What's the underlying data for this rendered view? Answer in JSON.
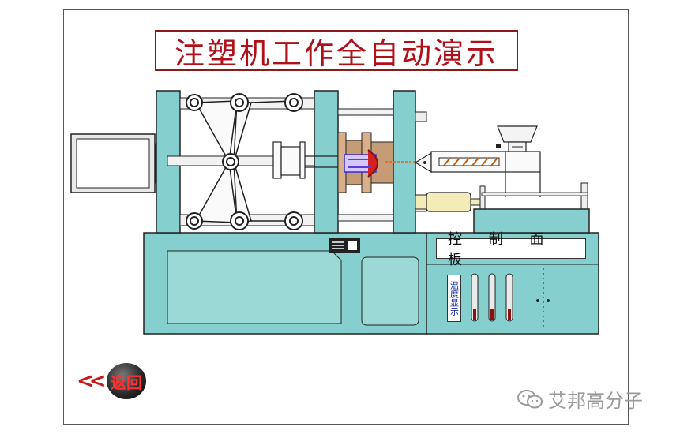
{
  "title": "注塑机工作全自动演示",
  "control_panel": {
    "label": "控 制 面 板",
    "temperature_label": "温度显示"
  },
  "navigation": {
    "back_arrows": "<<",
    "back_label": "返回"
  },
  "watermark": {
    "text": "艾邦高分子",
    "icon": "wechat-icon"
  },
  "colors": {
    "machine_body": "#86cfcf",
    "outline": "#1a1a1a",
    "mold": "#c69c76",
    "title_red": "#b0101a",
    "barrel_cream": "#f3ecb8"
  }
}
